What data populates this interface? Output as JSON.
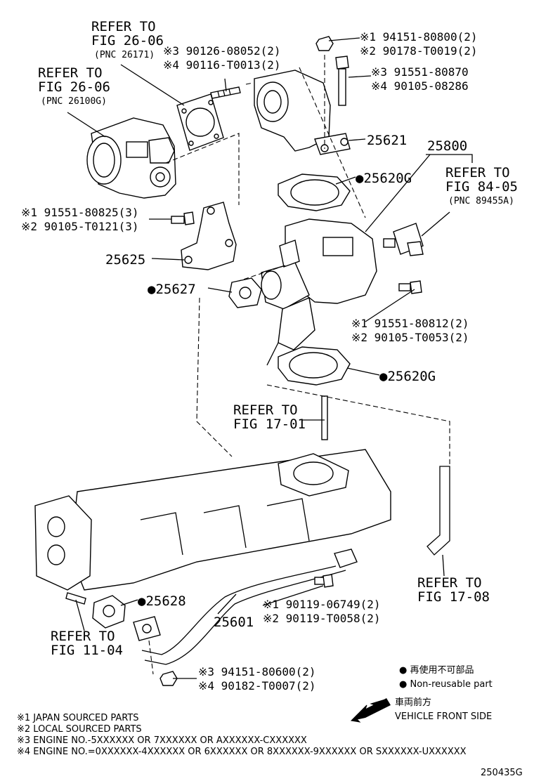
{
  "refs": {
    "throttle_gasket": {
      "line1": "REFER TO",
      "line2": "FIG 26-06",
      "pnc": "(PNC 26171)"
    },
    "throttle_body": {
      "line1": "REFER TO",
      "line2": "FIG 26-06",
      "pnc": "(PNC 26100G)"
    },
    "vsv": {
      "line1": "REFER TO",
      "line2": "FIG 84-05",
      "pnc": "(PNC 89455A)"
    },
    "stud_center": {
      "line1": "REFER TO",
      "line2": "FIG 17-01"
    },
    "hose_right": {
      "line1": "REFER TO",
      "line2": "FIG 17-08"
    },
    "stud_left": {
      "line1": "REFER TO",
      "line2": "FIG 11-04"
    }
  },
  "parts": {
    "p25621": "25621",
    "p25800": "25800",
    "p25620g_top": "●25620G",
    "p25625": "25625",
    "p25627": "●25627",
    "p25620g_bottom": "●25620G",
    "p25628": "●25628",
    "p25601": "25601"
  },
  "fasteners": {
    "stud_top": [
      "※3 90126-08052(2)",
      "※4 90116-T0013(2)"
    ],
    "nut_top": [
      "※1 94151-80800(2)",
      "※2 90178-T0019(2)"
    ],
    "bolt_top": [
      "※3 91551-80870",
      "※4 90105-08286"
    ],
    "bolt_bracket": [
      "※1 91551-80825(3)",
      "※2 90105-T0121(3)"
    ],
    "bolt_valve": [
      "※1 91551-80812(2)",
      "※2 90105-T0053(2)"
    ],
    "bolt_pipe": [
      "※1 90119-06749(2)",
      "※2 90119-T0058(2)"
    ],
    "nut_pipe": [
      "※3 94151-80600(2)",
      "※4 90182-T0007(2)"
    ]
  },
  "legend": {
    "ja": "● 再使用不可部品",
    "en": "● Non-reusable part"
  },
  "direction": {
    "ja": "車両前方",
    "en": "VEHICLE FRONT SIDE"
  },
  "footnotes": [
    "※1 JAPAN SOURCED PARTS",
    "※2 LOCAL SOURCED PARTS",
    "※3 ENGINE NO.-5XXXXXX OR 7XXXXXX OR AXXXXXX-CXXXXXX",
    "※4 ENGINE NO.=0XXXXXX-4XXXXXX OR 6XXXXXX OR 8XXXXXX-9XXXXXX OR SXXXXXX-UXXXXXX"
  ],
  "figure_id": "250435G"
}
